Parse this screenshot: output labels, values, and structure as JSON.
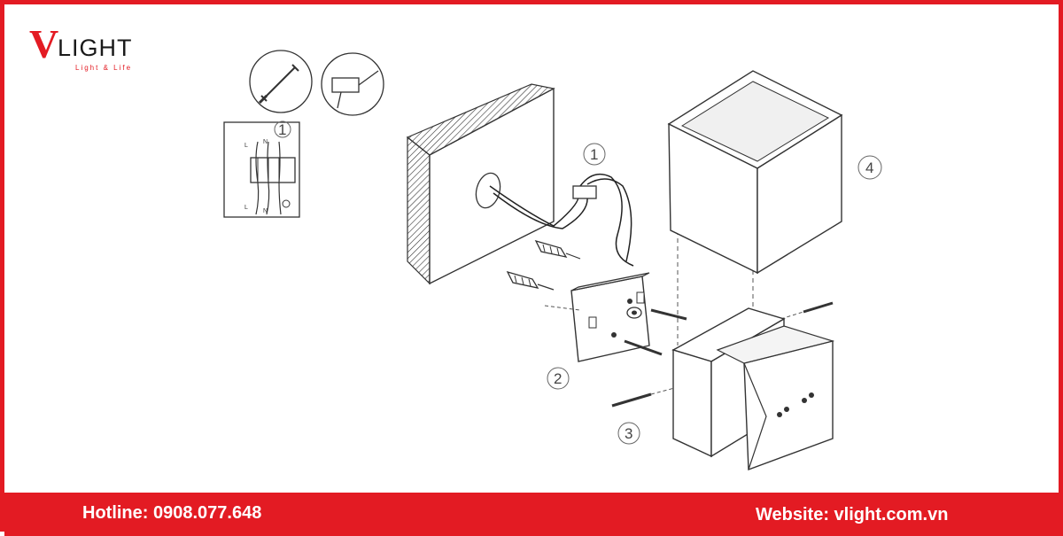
{
  "brand": {
    "logo_initial": "V",
    "logo_word": "LIGHT",
    "tagline": "Light & Life",
    "accent_color": "#e31b23"
  },
  "diagram": {
    "callouts": [
      "1",
      "1",
      "2",
      "3",
      "4"
    ],
    "terminal_labels_top": [
      "L",
      "N"
    ],
    "terminal_labels_bottom": [
      "L",
      "N"
    ]
  },
  "footer": {
    "hotline": "Hotline: 0908.077.648",
    "website": "Website: vlight.com.vn"
  }
}
